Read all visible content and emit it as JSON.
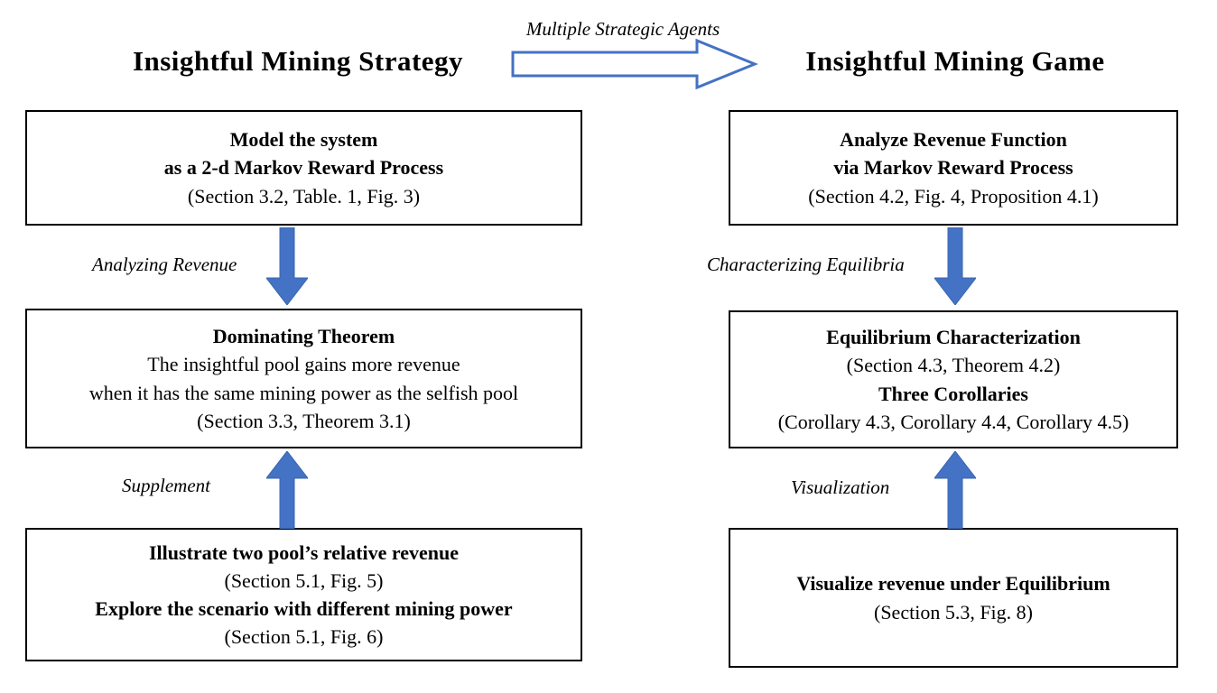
{
  "diagram": {
    "top_arrow": {
      "label": "Multiple Strategic Agents",
      "direction": "right"
    },
    "colors": {
      "arrow_fill": "#4472C4",
      "arrow_edge": "#3A66B0",
      "hollow_arrow_outline": "#4472C4",
      "box_border": "#000000",
      "text": "#000000",
      "background": "#FFFFFF"
    },
    "left": {
      "title": "Insightful Mining Strategy",
      "boxes": {
        "model": [
          {
            "text": "Model the system",
            "bold": true
          },
          {
            "text": "as a 2-d Markov Reward Process",
            "bold": true
          },
          {
            "text": "(Section 3.2, Table. 1, Fig. 3)",
            "bold": false
          }
        ],
        "dominating": [
          {
            "text": "Dominating Theorem",
            "bold": true
          },
          {
            "text": "The insightful pool gains more revenue",
            "bold": false
          },
          {
            "text": "when it has the same mining power as the selfish pool",
            "bold": false
          },
          {
            "text": "(Section 3.3, Theorem 3.1)",
            "bold": false
          }
        ],
        "illustrate": [
          {
            "text": "Illustrate two pool’s relative revenue",
            "bold": true
          },
          {
            "text": "(Section 5.1, Fig. 5)",
            "bold": false
          },
          {
            "text": "Explore the scenario with different mining power",
            "bold": true
          },
          {
            "text": "(Section 5.1, Fig. 6)",
            "bold": false
          }
        ]
      },
      "connectors": [
        {
          "label": "Analyzing Revenue",
          "direction": "down"
        },
        {
          "label": "Supplement",
          "direction": "up"
        }
      ]
    },
    "right": {
      "title": "Insightful Mining Game",
      "boxes": {
        "analyze": [
          {
            "text": "Analyze Revenue Function",
            "bold": true
          },
          {
            "text": "via Markov Reward Process",
            "bold": true
          },
          {
            "text": "(Section 4.2, Fig. 4, Proposition 4.1)",
            "bold": false
          }
        ],
        "equilibrium": [
          {
            "text": "Equilibrium Characterization",
            "bold": true
          },
          {
            "text": "(Section 4.3, Theorem 4.2)",
            "bold": false
          },
          {
            "text": "Three Corollaries",
            "bold": true
          },
          {
            "text": "(Corollary 4.3, Corollary 4.4, Corollary 4.5)",
            "bold": false
          }
        ],
        "visualize": [
          {
            "text": "Visualize revenue under Equilibrium",
            "bold": true
          },
          {
            "text": "(Section 5.3, Fig. 8)",
            "bold": false
          }
        ]
      },
      "connectors": [
        {
          "label": "Characterizing Equilibria",
          "direction": "down"
        },
        {
          "label": "Visualization",
          "direction": "up"
        }
      ]
    }
  }
}
